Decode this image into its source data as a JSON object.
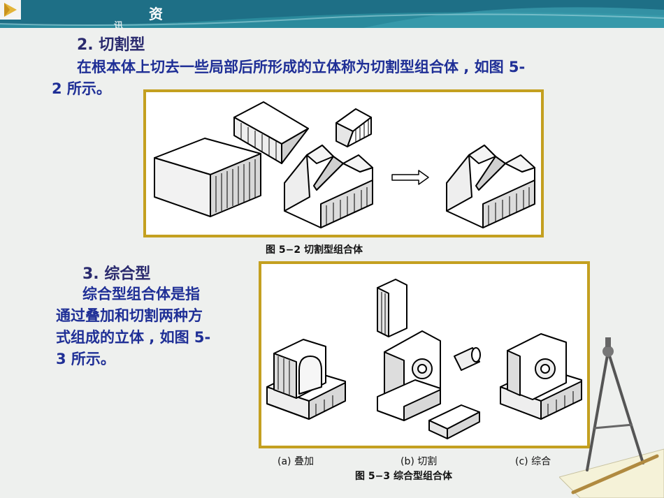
{
  "header": {
    "title": "资",
    "subtitle": "讯"
  },
  "section2": {
    "heading": "2.  切割型",
    "line1": "在根本体上切去一些局部后所形成的立体称为切割型组合体 , 如图 5-",
    "line2": "2 所示。"
  },
  "figure52": {
    "caption": "图 5−2     切割型组合体"
  },
  "section3": {
    "heading": "3.  综合型",
    "lines": [
      "综合型组合体是指",
      "通过叠加和切割两种方",
      "式组成的立体 , 如图 5-",
      "3 所示。"
    ]
  },
  "figure53": {
    "label_a": "(a)   叠加",
    "label_b": "(b)   切割",
    "label_c": "(c)   综合",
    "caption": "图 5−3     综合型组合体"
  },
  "colors": {
    "header": "#1f7f95",
    "accent": "#c4a020",
    "text_blue": "#1f2f96",
    "heading": "#2a2a6e"
  }
}
